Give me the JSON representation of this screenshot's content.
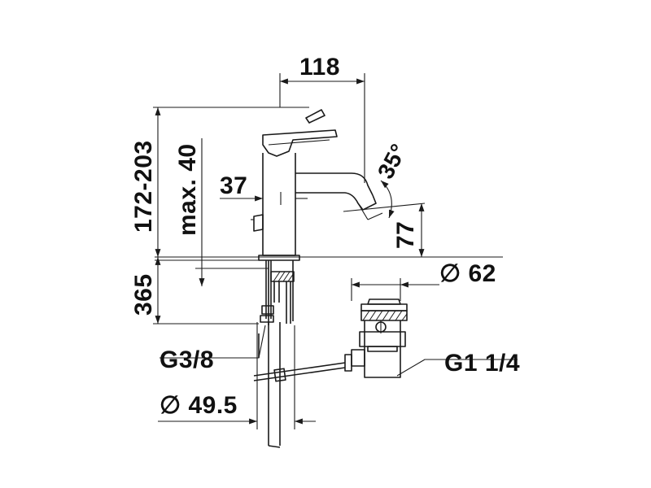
{
  "dimensions": {
    "spout_reach": "118",
    "total_height": "172-203",
    "lift_rod_max": "max. 40",
    "spout_offset": "37",
    "spout_angle": "35°",
    "spout_height": "77",
    "mount_depth": "365",
    "waste_diameter": "∅ 62",
    "waste_thread": "G1 1/4",
    "supply_thread": "G3/8",
    "hole_diameter": "∅ 49.5"
  }
}
